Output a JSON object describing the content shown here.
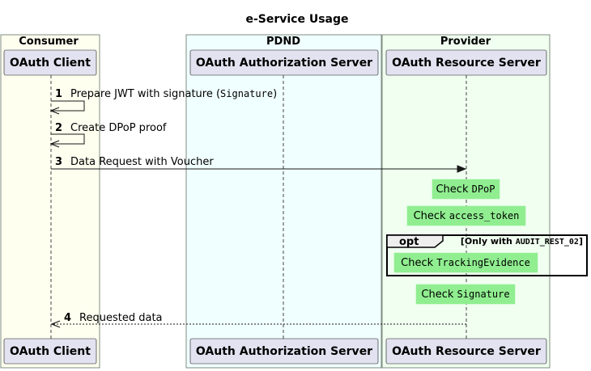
{
  "diagram": {
    "title": "e-Service Usage",
    "groups": {
      "consumer": "Consumer",
      "pdnd": "PDND",
      "provider": "Provider"
    },
    "participants": {
      "client": "OAuth Client",
      "auth": "OAuth Authorization Server",
      "resource": "OAuth Resource Server"
    },
    "messages": [
      {
        "num": "1",
        "text": "Prepare JWT with signature (",
        "code": "Signature",
        "suffix": ")"
      },
      {
        "num": "2",
        "text": "Create DPoP proof"
      },
      {
        "num": "3",
        "text": "Data Request with Voucher"
      },
      {
        "num": "4",
        "text": "Requested data"
      }
    ],
    "notes": {
      "dpop": {
        "text": "Check ",
        "code": "DPoP"
      },
      "token": {
        "text": "Check ",
        "code": "access_token"
      },
      "tracking": {
        "text": "Check ",
        "code": "TrackingEvidence"
      },
      "signature": {
        "text": "Check ",
        "code": "Signature"
      }
    },
    "opt": {
      "label": "opt",
      "cond_prefix": "[Only with ",
      "cond_code": "AUDIT_REST_02",
      "cond_suffix": "]"
    },
    "colors": {
      "consumer_bg": "#FFFFF0",
      "pdnd_bg": "#F0FFFF",
      "provider_bg": "#F0FFF0",
      "participant_bg": "#E2E2F0",
      "note_bg": "#90EE90"
    }
  }
}
